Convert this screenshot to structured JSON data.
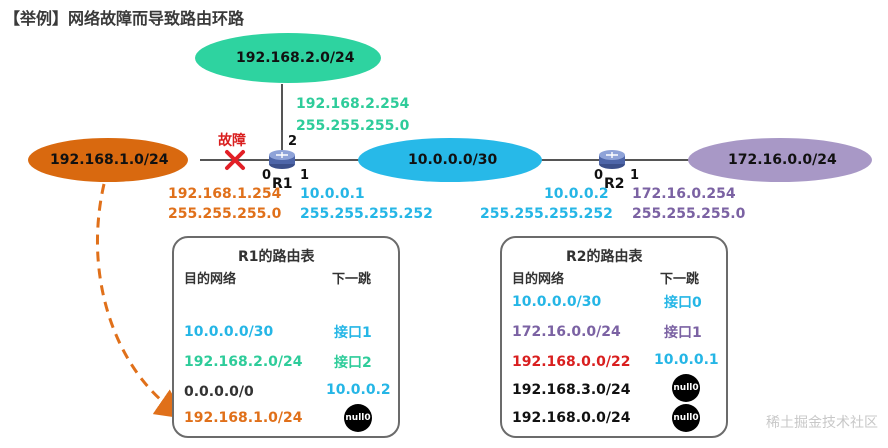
{
  "title": "【举例】网络故障而导致路由环路",
  "networks": {
    "top": "192.168.2.0/24",
    "left": "192.168.1.0/24",
    "middle": "10.0.0.0/30",
    "right": "172.16.0.0/24"
  },
  "fault_label": "故障",
  "routers": {
    "r1": {
      "name": "R1",
      "port0": "0",
      "port1": "1",
      "port2": "2",
      "if2_ip": "192.168.2.254",
      "if2_mask": "255.255.255.0",
      "if0_ip": "192.168.1.254",
      "if0_mask": "255.255.255.0",
      "if1_ip": "10.0.0.1",
      "if1_mask": "255.255.255.252"
    },
    "r2": {
      "name": "R2",
      "port0": "0",
      "port1": "1",
      "if0_ip": "10.0.0.2",
      "if0_mask": "255.255.255.252",
      "if1_ip": "172.16.0.254",
      "if1_mask": "255.255.255.0"
    }
  },
  "r1_table": {
    "title": "R1的路由表",
    "col_dest": "目的网络",
    "col_next": "下一跳",
    "rows": [
      {
        "dest": "10.0.0.0/30",
        "next": "接口1"
      },
      {
        "dest": "192.168.2.0/24",
        "next": "接口2"
      },
      {
        "dest": "0.0.0.0/0",
        "next": "10.0.0.2"
      },
      {
        "dest": "192.168.1.0/24",
        "next": "null0"
      }
    ]
  },
  "r2_table": {
    "title": "R2的路由表",
    "col_dest": "目的网络",
    "col_next": "下一跳",
    "rows": [
      {
        "dest": "10.0.0.0/30",
        "next": "接口0"
      },
      {
        "dest": "172.16.0.0/24",
        "next": "接口1"
      },
      {
        "dest": "192.168.0.0/22",
        "next": "10.0.0.1"
      },
      {
        "dest": "192.168.3.0/24",
        "next": "null0"
      },
      {
        "dest": "192.168.0.0/24",
        "next": "null0"
      }
    ]
  },
  "watermark": "稀土掘金技术社区",
  "colors": {
    "green": "#2ecc9a",
    "orange": "#e0701a",
    "blue": "#25b6e6",
    "purple": "#7b62a3",
    "red": "#d91f1f"
  }
}
